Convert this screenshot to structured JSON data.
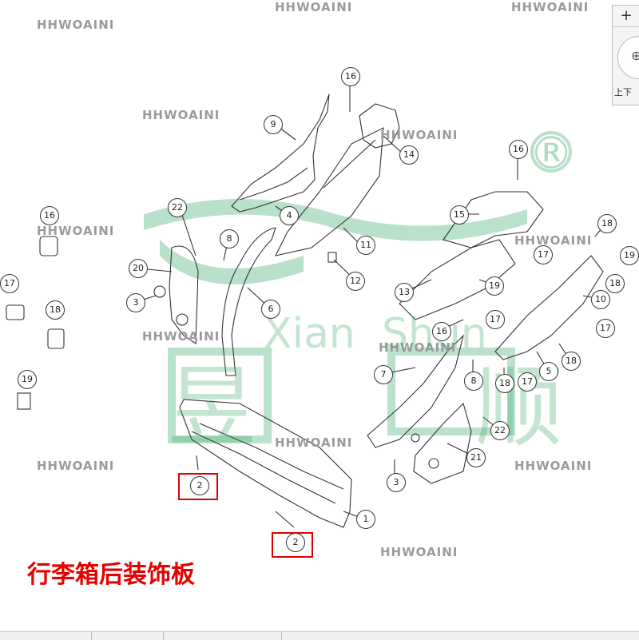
{
  "watermark_text": "HHWOAINI",
  "registered_mark": "®",
  "brand_wm": {
    "chars": "昱 顺",
    "latin": "Xian  Shun"
  },
  "caption": "行李箱后装饰板",
  "nav": {
    "zoom_in": "+",
    "pan_icon": "move-icon",
    "label": "上下"
  },
  "callouts": [
    "16",
    "9",
    "14",
    "16",
    "4",
    "11",
    "15",
    "18",
    "17",
    "22",
    "8",
    "20",
    "3",
    "6",
    "12",
    "13",
    "19",
    "18",
    "10",
    "16",
    "17",
    "7",
    "8",
    "5",
    "18",
    "18",
    "17",
    "22",
    "21",
    "3",
    "1",
    "2",
    "2",
    "16",
    "17",
    "18",
    "19"
  ],
  "colors": {
    "line": "#333333",
    "highlight": "#e00000",
    "caption": "#e60000",
    "watermark": "#9b9b9b",
    "brand_green": "#3aa86b"
  }
}
